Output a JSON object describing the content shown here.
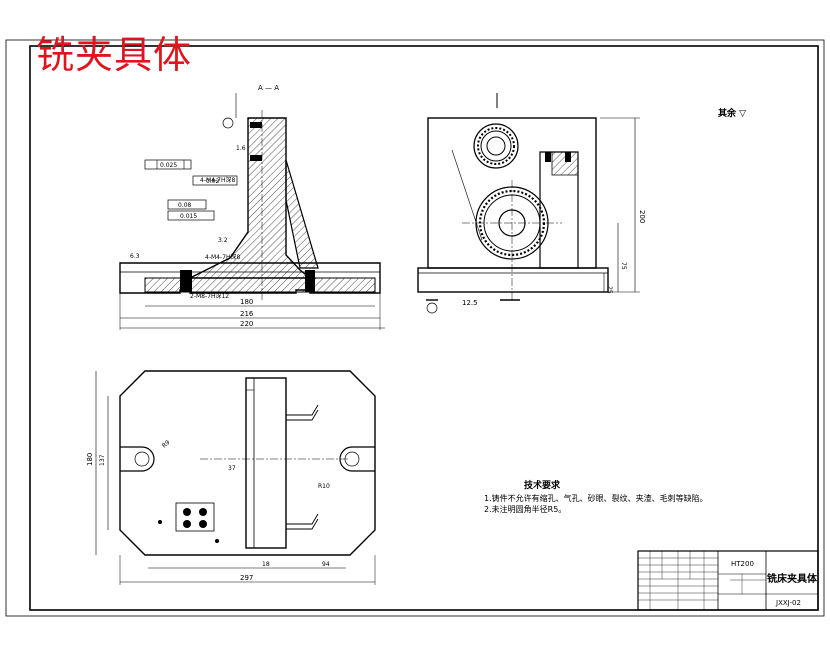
{
  "title": "铣夹具体",
  "rest_note": "其余",
  "section_label": "A — A",
  "tech_requirements": {
    "heading": "技术要求",
    "items": [
      "1.铸件不允许有缩孔、气孔、砂眼、裂纹、夹渣、毛刺等缺陷。",
      "2.未注明圆角半径R5。"
    ]
  },
  "title_block": {
    "material": "HT200",
    "name": "铣床夹具体",
    "code": "JXXJ-02"
  },
  "dims": {
    "front_overall": "220",
    "front_mid": "216",
    "front_inner": "180",
    "plan_width": "297",
    "plan_height": "180",
    "plan_height2": "137",
    "side_height": "200",
    "side_sub": "75",
    "side_small": "25",
    "side_bottom": "12.5",
    "plan_seg1": "18",
    "plan_seg2": "94",
    "plan_slot": "37",
    "plan_r": "R9",
    "plan_r2": "R10",
    "tol1": "0.025",
    "tol2": "0.02",
    "tol3": "0.08",
    "tol4": "0.015",
    "thread1": "4-M4-7H深8",
    "thread2": "4-M4-7H深8",
    "thread3": "2-M8-7H深12",
    "rough1": "6.3",
    "rough2": "3.2",
    "rough3": "1.6"
  }
}
